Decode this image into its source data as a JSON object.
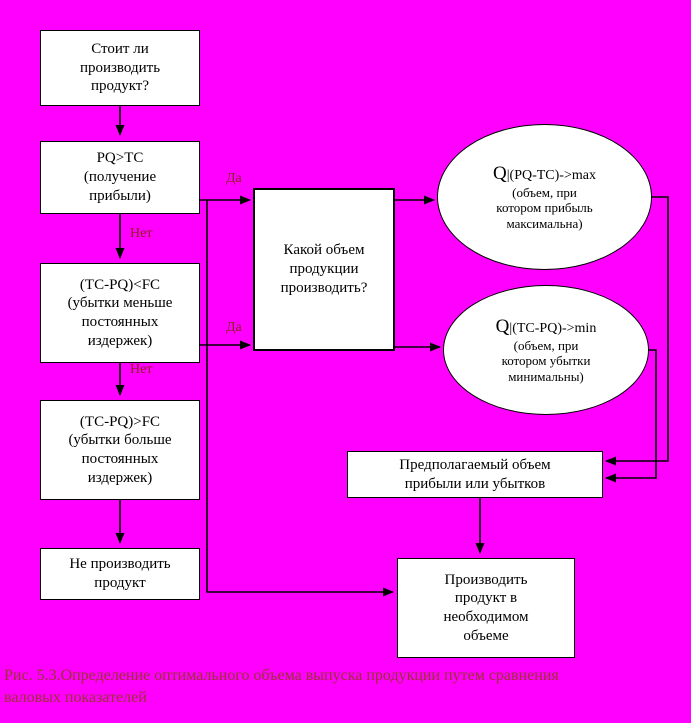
{
  "colors": {
    "background": "#FF00FF",
    "box_fill": "#FFFFFF",
    "box_border": "#000000",
    "node_text": "#000000",
    "branch_label": "#8B2222",
    "caption": "#993333"
  },
  "nodes": {
    "start": {
      "text": "Стоит ли\nпроизводить\nпродукт?"
    },
    "profit": {
      "text": "PQ>TC\n(получение\nприбыли)"
    },
    "loss_less": {
      "text": "(TC-PQ)<FC\n(убытки меньше\nпостоянных\nиздержек)"
    },
    "loss_more": {
      "text": "(TC-PQ)>FC\n(убытки больше\nпостоянных\nиздержек)"
    },
    "dont_produce": {
      "text": "Не производить\nпродукт"
    },
    "what_volume": {
      "text": "Какой объем\nпродукции\nпроизводить?"
    },
    "max_profit": {
      "formula": "Q|(PQ-TC)->max",
      "note": "(объем, при\nкотором прибыль\nмаксимальна)"
    },
    "min_loss": {
      "formula": "Q|(TC-PQ)->min",
      "note": "(объем, при\nкотором убытки\nминимальны)"
    },
    "expected": {
      "text": "Предполагаемый объем\nприбыли или убытков"
    },
    "produce": {
      "text": "Производить\nпродукт в\nнеобходимом\nобъеме"
    }
  },
  "labels": {
    "yes_upper": "Да",
    "yes_lower": "Да",
    "no_upper": "Нет",
    "no_lower": "Нет"
  },
  "caption": "Рис. 5.3.Определение оптимального объема выпуска продукции путем сравнения\nваловых показателей"
}
